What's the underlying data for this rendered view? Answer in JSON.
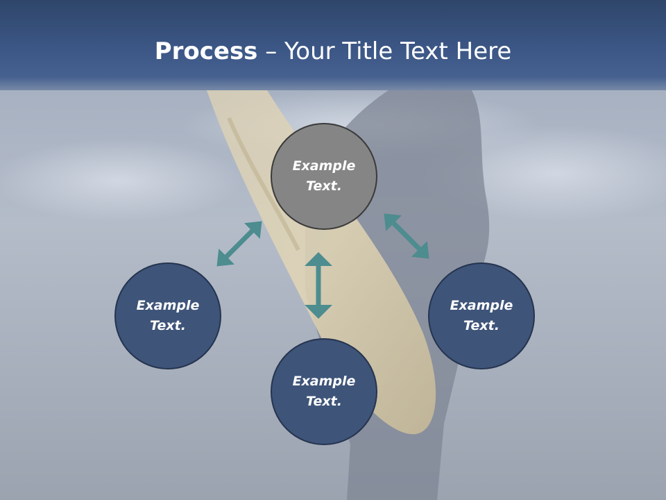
{
  "slide": {
    "title_bold": "Process",
    "title_rest": " – Your Title Text Here"
  },
  "nodes": {
    "top": "Example Text.",
    "left": "Example Text.",
    "right": "Example Text.",
    "bottom": "Example Text."
  },
  "colors": {
    "header": "#3c5786",
    "node_blue": "#3e5479",
    "node_gray": "#858585",
    "arrow": "#4d8c8f"
  }
}
